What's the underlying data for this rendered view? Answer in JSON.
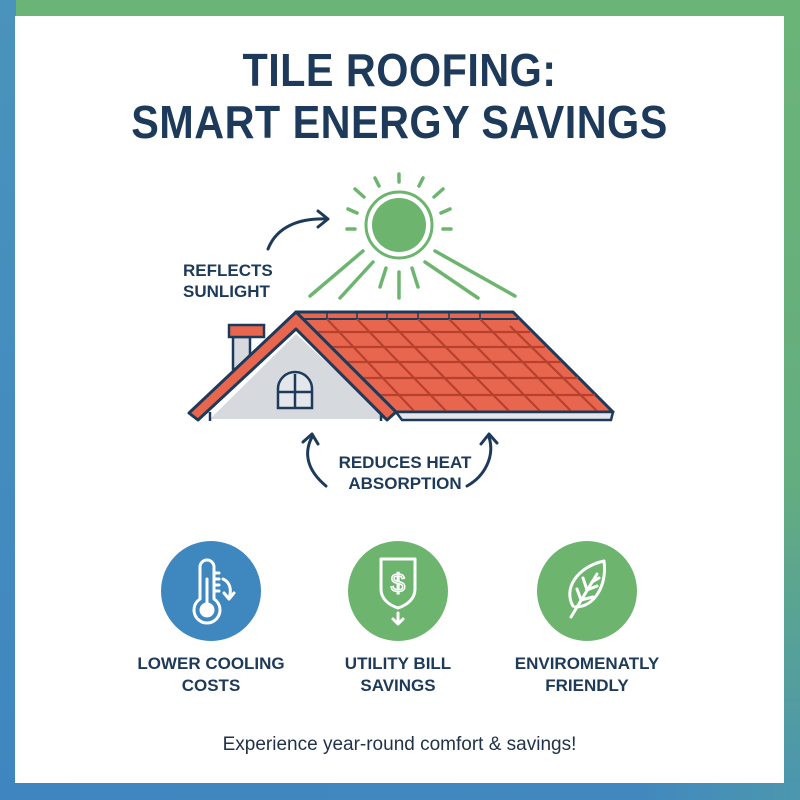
{
  "title": {
    "line1": "TILE ROOFING:",
    "line2": "SMART ENERGY SAVINGS"
  },
  "callouts": {
    "reflects": {
      "line1": "REFLECTS",
      "line2": "SUNLIGHT"
    },
    "reduces": {
      "line1": "REDUCES HEAT",
      "line2": "ABSORPTION"
    }
  },
  "features": [
    {
      "icon": "thermometer-down-icon",
      "color": "#3f87bf",
      "line1": "LOWER COOLING",
      "line2": "COSTS"
    },
    {
      "icon": "dollar-shield-icon",
      "color": "#6db56f",
      "line1": "UTILITY BILL",
      "line2": "SAVINGS"
    },
    {
      "icon": "leaf-icon",
      "color": "#6db56f",
      "line1": "ENVIROMENATLY",
      "line2": "FRIENDLY"
    }
  ],
  "tagline": "Experience year-round comfort & savings!",
  "colors": {
    "navy": "#1e3a5a",
    "green": "#6db56f",
    "blue": "#3f87bf",
    "tile": "#e8664d",
    "tile_line": "#b8402f"
  }
}
